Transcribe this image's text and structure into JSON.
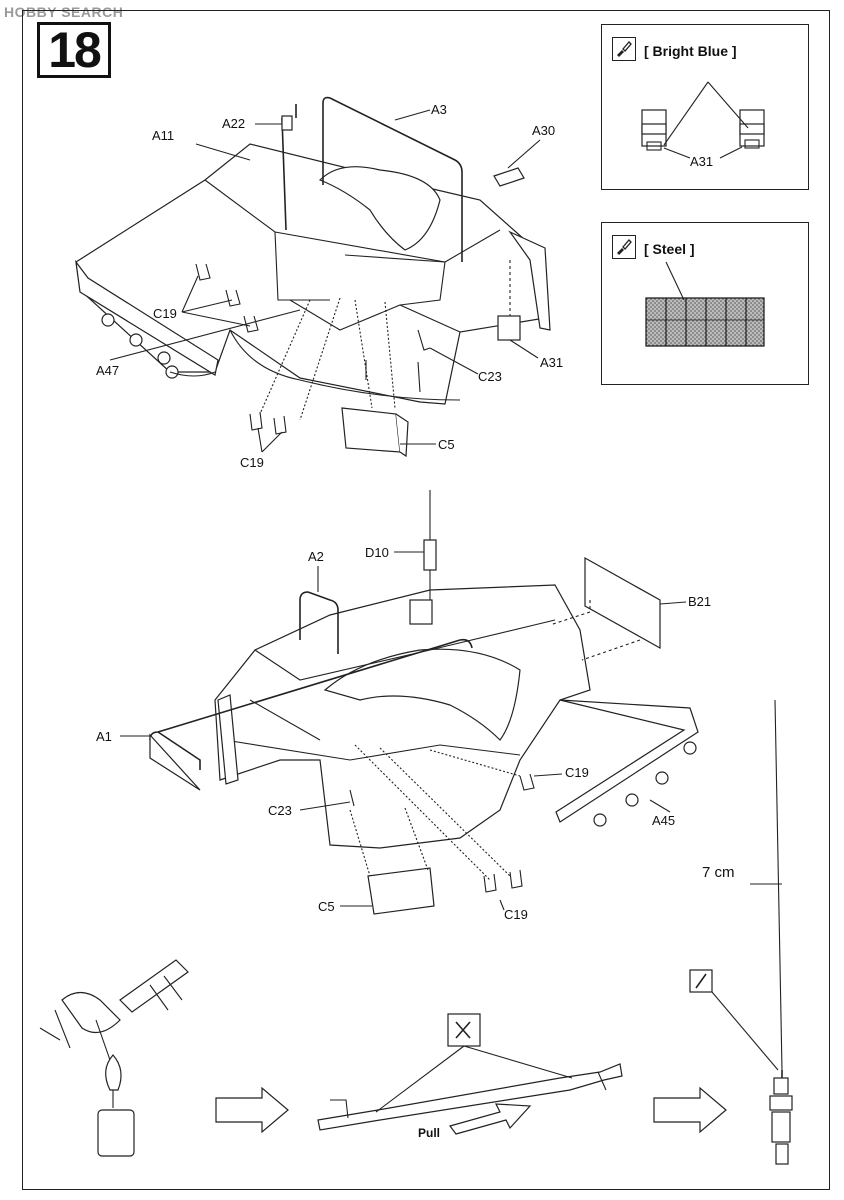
{
  "watermark": "HOBBY SEARCH",
  "step_number": "18",
  "paint_callouts": [
    {
      "color_name": "[ Bright Blue ]",
      "part_label": "A31"
    },
    {
      "color_name": "[ Steel ]"
    }
  ],
  "top_assembly_labels": {
    "a11": "A11",
    "a22": "A22",
    "a3": "A3",
    "a30": "A30",
    "c19_a": "C19",
    "a47": "A47",
    "c23": "C23",
    "a31": "A31",
    "c19_b": "C19",
    "c5": "C5"
  },
  "bottom_assembly_labels": {
    "d10": "D10",
    "a2": "A2",
    "b21": "B21",
    "a1": "A1",
    "c19_a": "C19",
    "c23": "C23",
    "a45": "A45",
    "c5": "C5",
    "c19_b": "C19"
  },
  "antenna": {
    "length_label": "7 cm"
  },
  "stretching": {
    "pull_label": "Pull"
  },
  "icons": [
    "paint-brush-icon",
    "side-cutter-icon",
    "glue-icon",
    "candle-icon",
    "arrow-right-icon"
  ]
}
